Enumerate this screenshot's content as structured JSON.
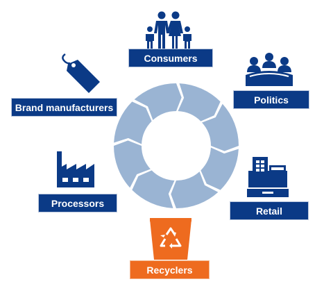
{
  "colors": {
    "navy": "#0b3a86",
    "orange": "#ee6b1f",
    "cycle": "#9ab4d3",
    "white": "#ffffff"
  },
  "stakeholders": {
    "consumers": {
      "label": "Consumers",
      "icon": "family-icon"
    },
    "politics": {
      "label": "Politics",
      "icon": "meeting-table-icon"
    },
    "brand": {
      "label": "Brand manufacturers",
      "icon": "price-tag-icon"
    },
    "processors": {
      "label": "Processors",
      "icon": "factory-icon"
    },
    "retail": {
      "label": "Retail",
      "icon": "cash-register-icon"
    },
    "recyclers": {
      "label": "Recyclers",
      "icon": "recycling-bin-icon"
    }
  },
  "cycle": {
    "segments": 8,
    "icon": "circular-arrows-icon"
  }
}
